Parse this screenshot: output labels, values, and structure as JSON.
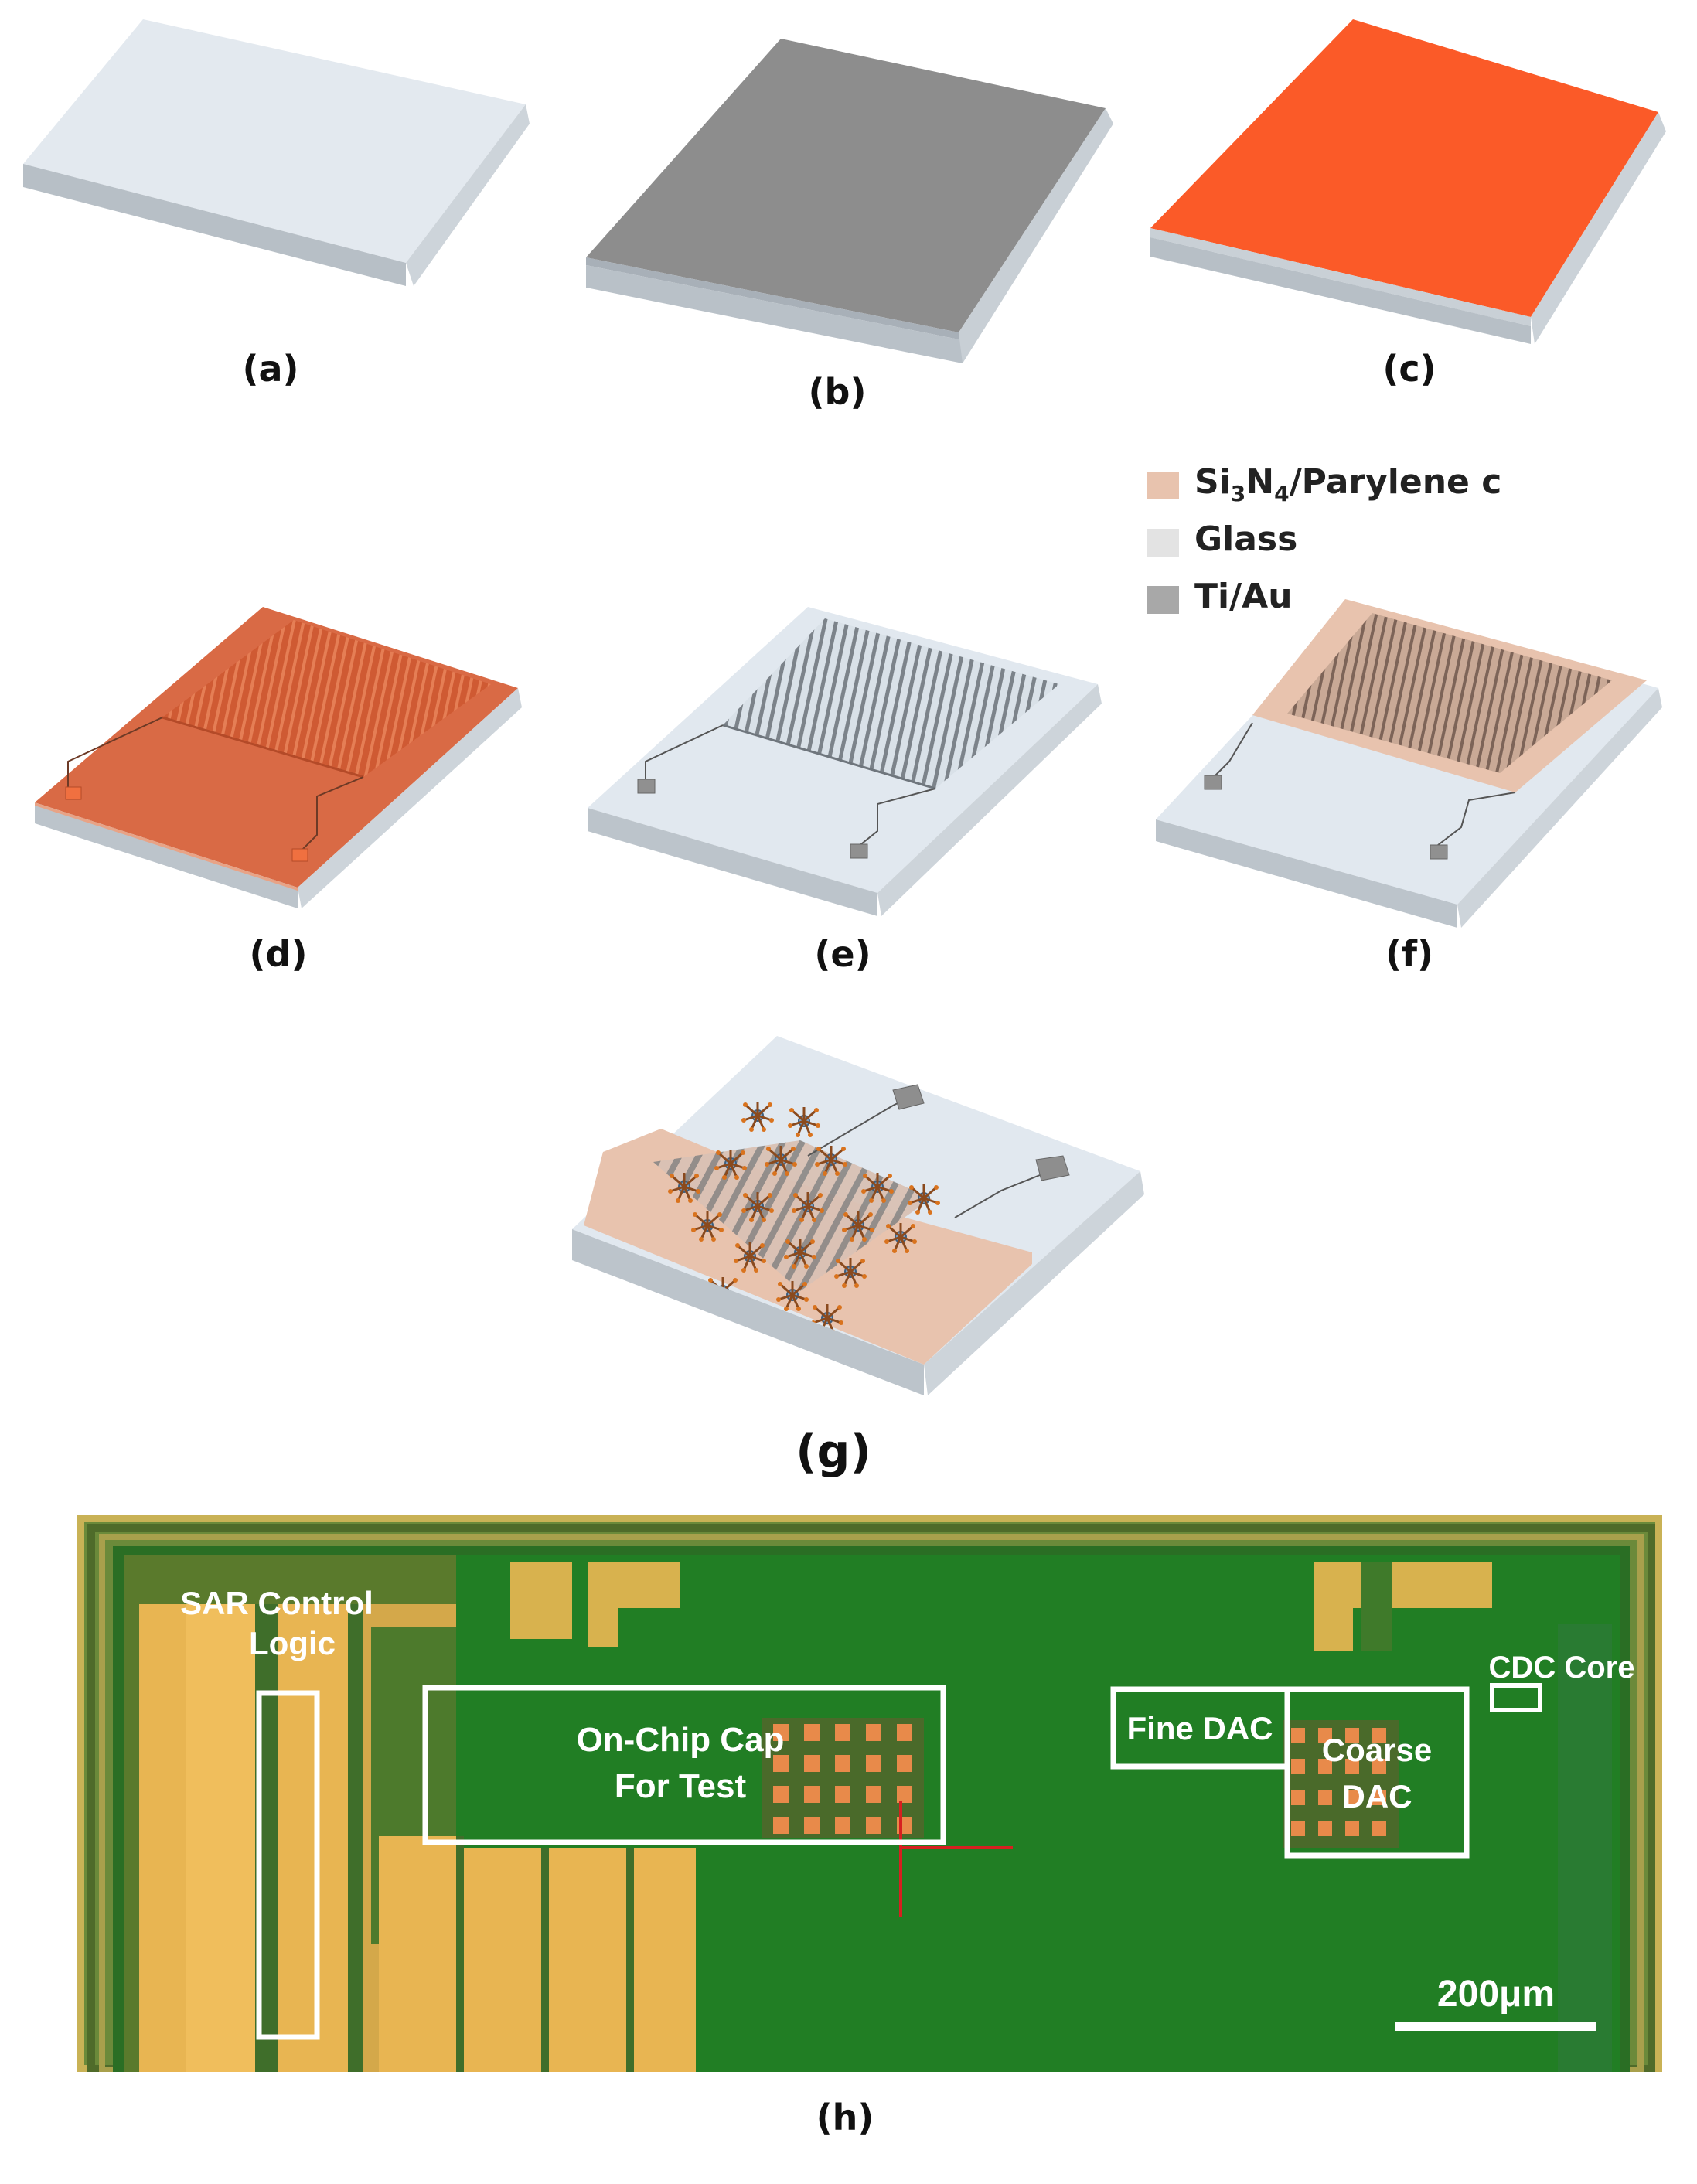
{
  "panels": {
    "a": {
      "label": "(a)"
    },
    "b": {
      "label": "(b)"
    },
    "c": {
      "label": "(c)"
    },
    "d": {
      "label": "(d)"
    },
    "e": {
      "label": "(e)"
    },
    "f": {
      "label": "(f)"
    },
    "g": {
      "label": "(g)"
    },
    "h": {
      "label": "(h)"
    }
  },
  "legend": [
    {
      "main": "Si",
      "sub1": "3",
      "mid": "N",
      "sub2": "4",
      "rest": "/Parylene c",
      "color": "#e8c3ae"
    },
    {
      "main": "Glass",
      "color": "#e3e3e3"
    },
    {
      "main": "Ti/Au",
      "color": "#a8a8a8"
    }
  ],
  "chip": {
    "labels": {
      "sar_line1": "SAR Control",
      "sar_line2": "Logic",
      "onchip_line1": "On-Chip Cap",
      "onchip_line2": "For Test",
      "fine_dac": "Fine DAC",
      "coarse_line1": "Coarse",
      "coarse_line2": "DAC",
      "cdc_core": "CDC Core",
      "scale_bar": "200μm"
    }
  },
  "colors": {
    "glass_top": "#e1e8ef",
    "glass_side": "#b9c2ca",
    "metal_top": "#8d8d8d",
    "orange_top": "#fb5a28",
    "orange_etched": "#d76a47",
    "parylene": "#e8c3ae",
    "chip_green": "#1f7a22",
    "chip_gold": "#e8b552"
  }
}
